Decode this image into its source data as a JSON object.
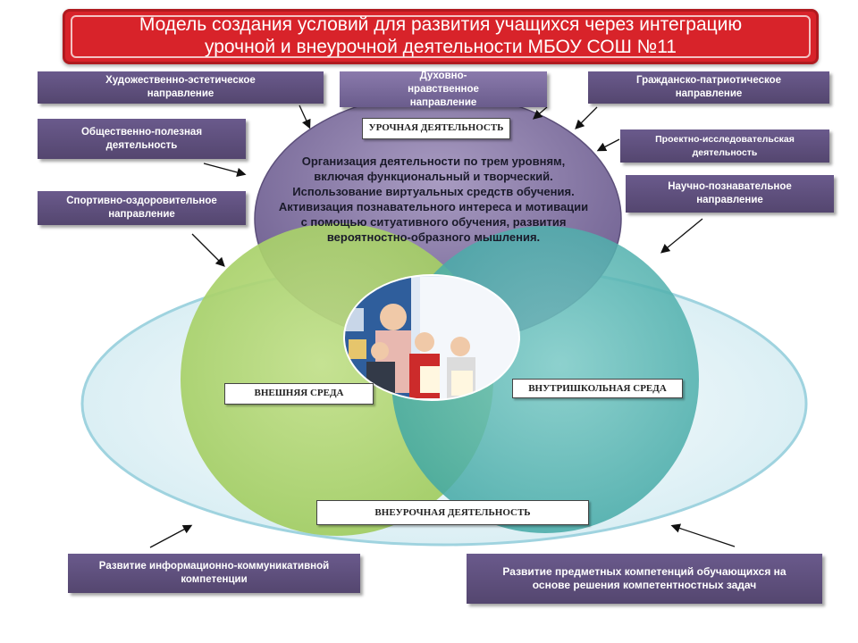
{
  "title": {
    "line1": "Модель создания условий для развития учащихся через интеграцию",
    "line2": "урочной и внеурочной деятельности МБОУ СОШ №11"
  },
  "directions": {
    "artistic": "Художественно-эстетическое направление",
    "spiritual": "Духовно-нравственное направление",
    "civic": "Гражданско-патриотическое направление",
    "social": "Общественно-полезная деятельность",
    "project": "Проектно-исследовательская деятельность",
    "sport": "Спортивно-оздоровительное направление",
    "science": "Научно-познавательное направление",
    "info_competence": "Развитие информационно-коммуникативной компетенции",
    "subject_competence": "Развитие предметных компетенций обучающихся на основе решения компетентностных задач"
  },
  "areas": {
    "lesson": "УРОЧНАЯ ДЕЯТЕЛЬНОСТЬ",
    "external": "ВНЕШНЯЯ СРЕДА",
    "internal": "ВНУТРИШКОЛЬНАЯ СРЕДА",
    "extracurricular": "ВНЕУРОЧНАЯ ДЕЯТЕЛЬНОСТЬ"
  },
  "center_text": "Организация деятельности по трем уровням, включая функциональный и творческий. Использование виртуальных средств обучения. Активизация познавательного интереса и мотивации с помощью ситуативного обучения, развития вероятностно-образного мышления.",
  "colors": {
    "title_red": "#d8232a",
    "tag_purple": "#5c4d78",
    "lesson_circle": "#7a6a9a",
    "external_circle": "#a8d26a",
    "internal_circle": "#4fb3b0",
    "outer_ellipse": "#dff0f4"
  }
}
